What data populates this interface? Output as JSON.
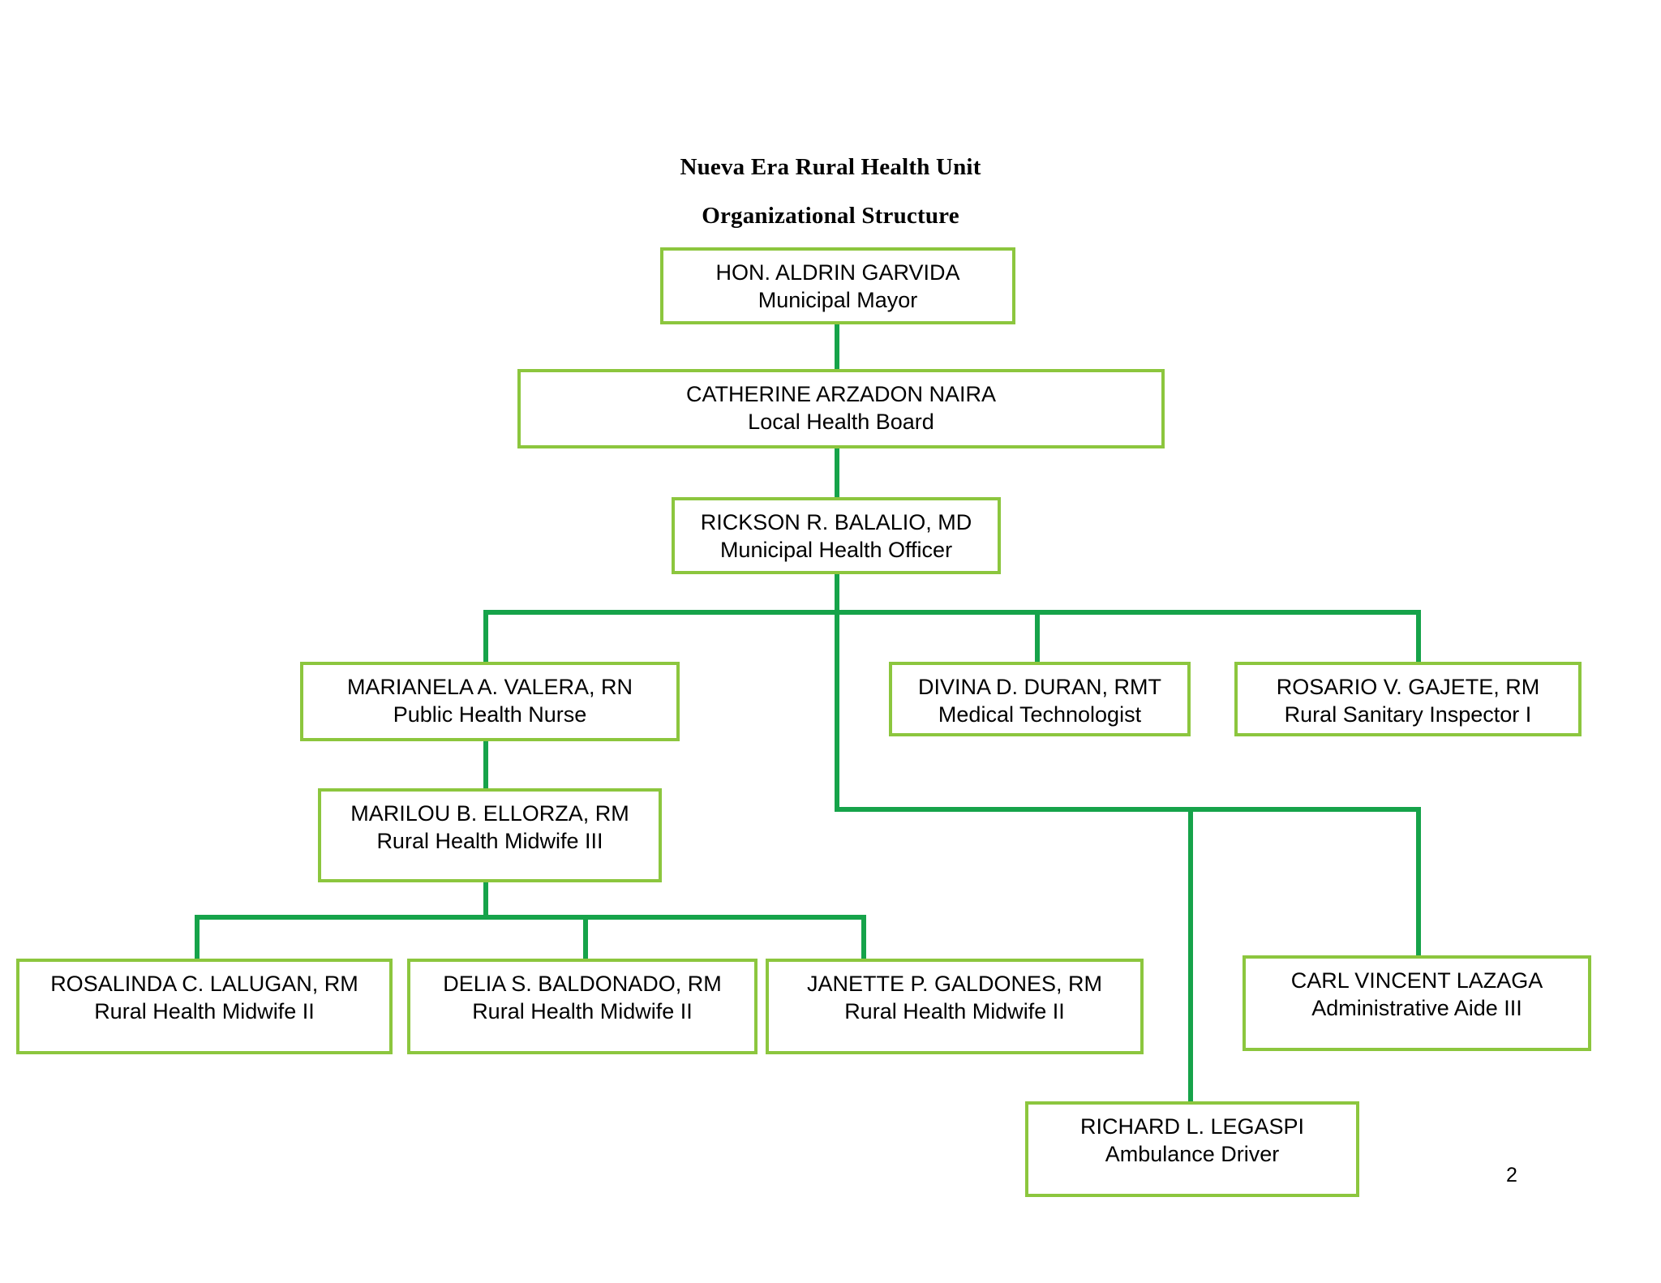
{
  "document": {
    "title_line_1": "Nueva Era Rural Health Unit",
    "title_line_2": "Organizational Structure",
    "page_number": "2"
  },
  "colors": {
    "box_border": "#8CC63E",
    "connector": "#16A34A",
    "text": "#000000",
    "background": "#FFFFFF"
  },
  "chart_data": {
    "type": "diagram",
    "diagram_kind": "organizational-chart",
    "title": "Nueva Era Rural Health Unit Organizational Structure",
    "nodes": [
      {
        "id": "mayor",
        "name": "HON. ALDRIN GARVIDA",
        "role": "Municipal Mayor",
        "level": 0
      },
      {
        "id": "board",
        "name": "CATHERINE ARZADON NAIRA",
        "role": "Local Health Board",
        "level": 1
      },
      {
        "id": "mho",
        "name": "RICKSON R. BALALIO, MD",
        "role": "Municipal Health Officer",
        "level": 2
      },
      {
        "id": "nurse",
        "name": "MARIANELA A. VALERA, RN",
        "role": "Public Health Nurse",
        "level": 3
      },
      {
        "id": "medtech",
        "name": "DIVINA D. DURAN, RMT",
        "role": "Medical Technologist",
        "level": 3
      },
      {
        "id": "sanitary",
        "name": "ROSARIO V. GAJETE, RM",
        "role": "Rural Sanitary Inspector I",
        "level": 3
      },
      {
        "id": "midwife3",
        "name": "MARILOU B. ELLORZA, RM",
        "role": "Rural Health Midwife III",
        "level": 4
      },
      {
        "id": "midwife2a",
        "name": "ROSALINDA C. LALUGAN, RM",
        "role": "Rural Health Midwife II",
        "level": 5
      },
      {
        "id": "midwife2b",
        "name": "DELIA S. BALDONADO, RM",
        "role": "Rural Health Midwife II",
        "level": 5
      },
      {
        "id": "midwife2c",
        "name": "JANETTE P. GALDONES, RM",
        "role": "Rural Health Midwife II",
        "level": 5
      },
      {
        "id": "admin",
        "name": "CARL VINCENT LAZAGA",
        "role": "Administrative Aide III",
        "level": 5
      },
      {
        "id": "driver",
        "name": "RICHARD L. LEGASPI",
        "role": "Ambulance Driver",
        "level": 6
      }
    ],
    "edges": [
      {
        "from": "mayor",
        "to": "board"
      },
      {
        "from": "board",
        "to": "mho"
      },
      {
        "from": "mho",
        "to": "nurse"
      },
      {
        "from": "mho",
        "to": "medtech"
      },
      {
        "from": "mho",
        "to": "sanitary"
      },
      {
        "from": "mho",
        "to": "admin"
      },
      {
        "from": "mho",
        "to": "driver"
      },
      {
        "from": "nurse",
        "to": "midwife3"
      },
      {
        "from": "midwife3",
        "to": "midwife2a"
      },
      {
        "from": "midwife3",
        "to": "midwife2b"
      },
      {
        "from": "midwife3",
        "to": "midwife2c"
      }
    ]
  }
}
